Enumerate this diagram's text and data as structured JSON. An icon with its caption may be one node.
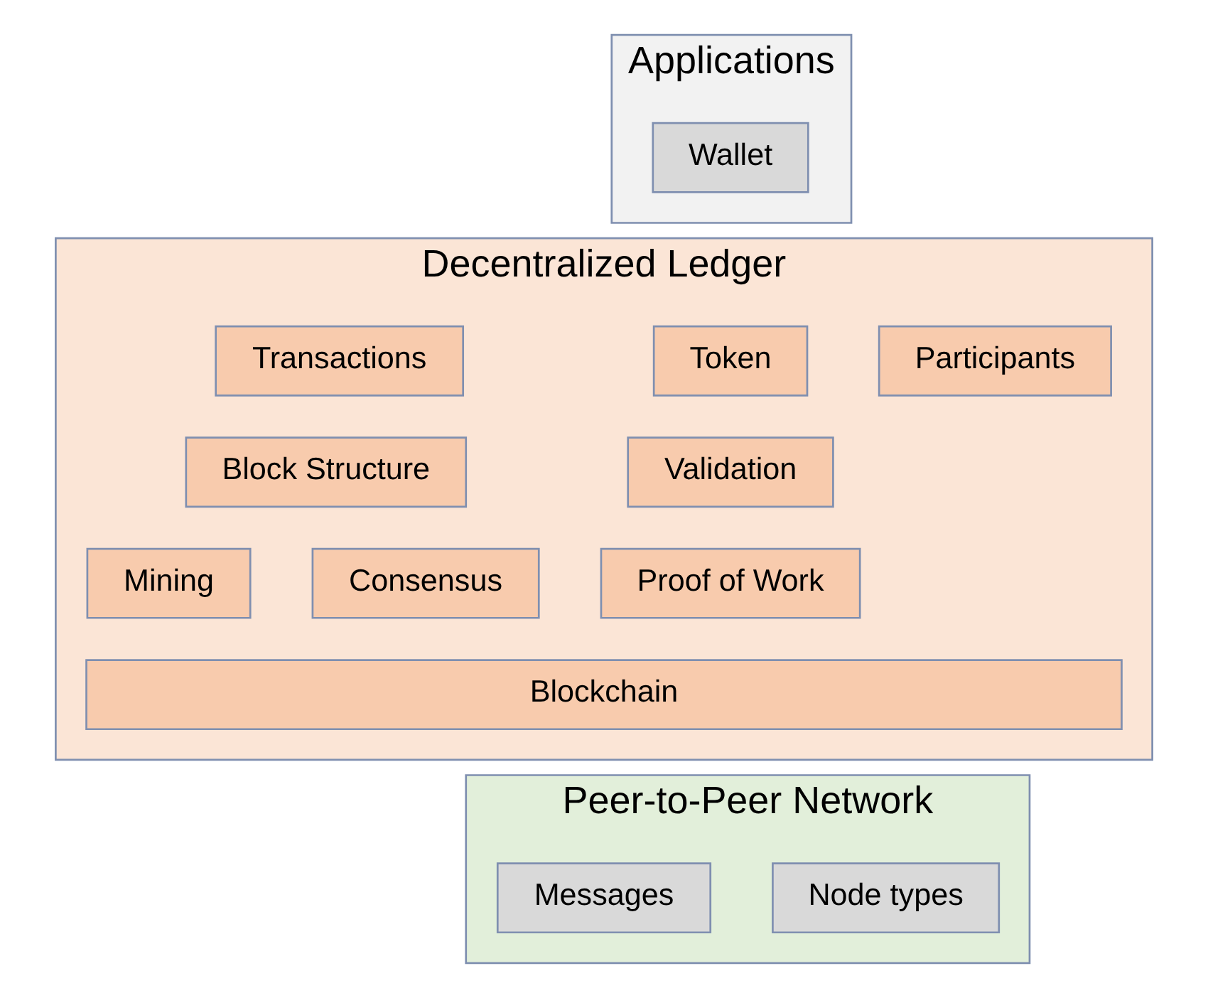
{
  "diagram": {
    "nodes": [
      {
        "text": [
          "Applications"
        ]
      },
      {
        "text": [
          "Wallet"
        ],
        "in": 0
      },
      {
        "text": [
          "Decentralized Ledger"
        ]
      },
      {
        "text": [
          "Participants"
        ],
        "in": 2
      },
      {
        "text": [
          "Token"
        ],
        "in": 2
      },
      {
        "text": [
          "Transactions"
        ],
        "in": 2
      },
      {
        "text": [
          "Block Structure"
        ],
        "in": 2
      },
      {
        "text": [
          "Validation"
        ],
        "in": 2
      },
      {
        "text": [
          "Consensus"
        ],
        "in": 2
      },
      {
        "text": [
          "Proof of Work"
        ],
        "in": 2
      },
      {
        "text": [
          "Mining"
        ],
        "in": 2
      },
      {
        "text": [
          "Blockchain"
        ],
        "in": 2
      },
      {
        "text": [
          "Peer-to-Peer Network"
        ]
      },
      {
        "text": [
          "Node types"
        ],
        "in": 12
      },
      {
        "text": [
          "Messages"
        ],
        "in": 12
      }
    ]
  }
}
